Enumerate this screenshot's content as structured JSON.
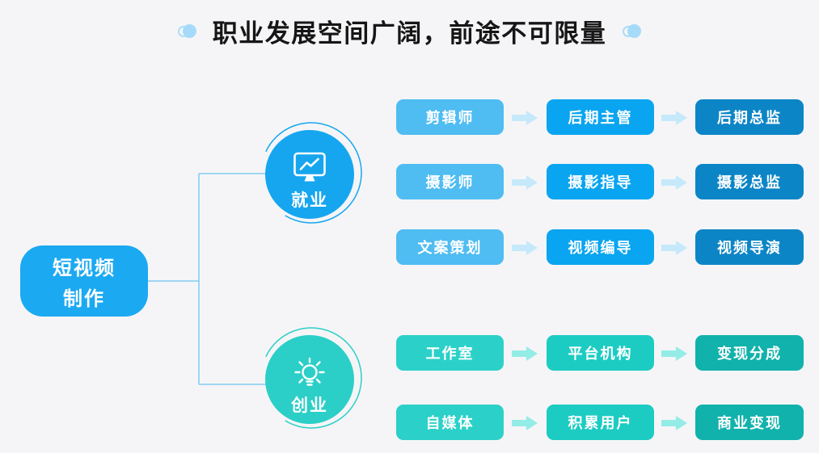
{
  "title": {
    "text": "职业发展空间广阔，前途不可限量"
  },
  "root": {
    "line1": "短视频",
    "line2": "制作"
  },
  "branches": {
    "employment": {
      "label": "就业",
      "icon": "monitor-chart-icon"
    },
    "startup": {
      "label": "创业",
      "icon": "lightbulb-icon"
    }
  },
  "flows": [
    {
      "branch": "就业",
      "steps": [
        {
          "label": "剪辑师"
        },
        {
          "label": "后期主管"
        },
        {
          "label": "后期总监"
        }
      ]
    },
    {
      "branch": "就业",
      "steps": [
        {
          "label": "摄影师"
        },
        {
          "label": "摄影指导"
        },
        {
          "label": "摄影总监"
        }
      ]
    },
    {
      "branch": "就业",
      "steps": [
        {
          "label": "文案策划"
        },
        {
          "label": "视频编导"
        },
        {
          "label": "视频导演"
        }
      ]
    },
    {
      "branch": "创业",
      "steps": [
        {
          "label": "工作室"
        },
        {
          "label": "平台机构"
        },
        {
          "label": "变现分成"
        }
      ]
    },
    {
      "branch": "创业",
      "steps": [
        {
          "label": "自媒体"
        },
        {
          "label": "积累用户"
        },
        {
          "label": "商业变现"
        }
      ]
    }
  ],
  "palette": {
    "background": "#f5f5f7",
    "title_text": "#161616",
    "title_decor": "#a5dbf8",
    "root_box": "#1ba9f2",
    "connector_line": "#6cc5f2",
    "employment_circle": "#16a6ef",
    "startup_circle": "#2bcfc7",
    "blue_step_1": "#4fbcf2",
    "blue_step_2": "#0aa5f0",
    "blue_step_3": "#0c85c6",
    "teal_step_1": "#2bd1c8",
    "teal_step_2": "#1cccc3",
    "teal_step_3": "#11b2ab",
    "blue_arrow": "#c5e9fb",
    "teal_arrow": "#93ece6"
  }
}
